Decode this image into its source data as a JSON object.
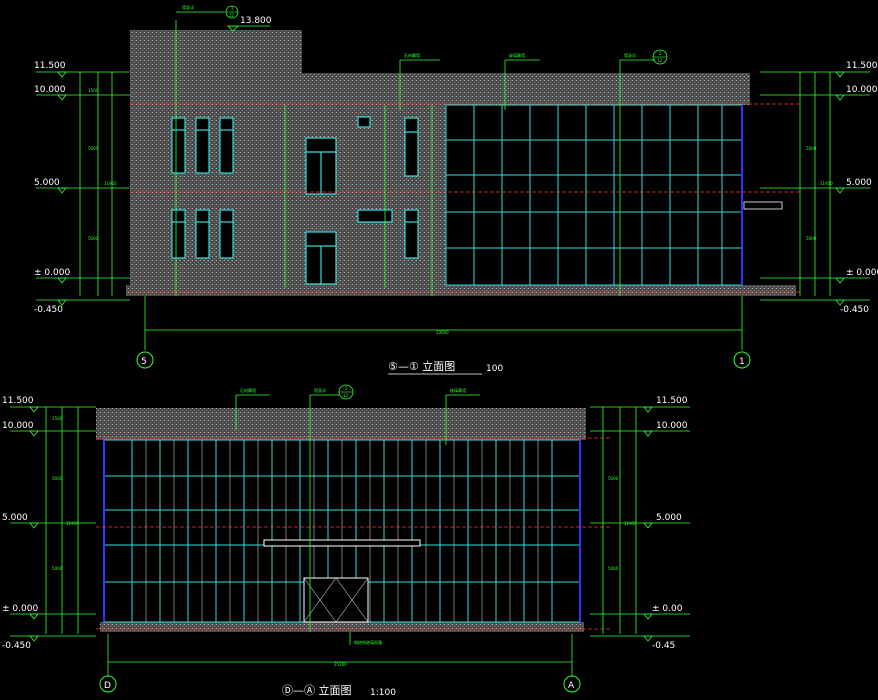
{
  "drawing_top": {
    "title": "⑤—① 立面图",
    "title_scale": "100",
    "top_level": "13.800",
    "left_levels": [
      "11.500",
      "10.000",
      "5.000",
      "± 0.000",
      "-0.450"
    ],
    "right_levels": [
      "11.500",
      "10.000",
      "5.000",
      "± 0.000",
      "-0.450"
    ],
    "axis_left": "5",
    "axis_right": "1",
    "labels": [
      "墙身详",
      "石材幕墙",
      "玻璃幕墙",
      "墙身详"
    ],
    "detail_marks": [
      {
        "num": "1",
        "sheet": "12"
      },
      {
        "num": "2",
        "sheet": "12"
      }
    ]
  },
  "drawing_bottom": {
    "title": "Ⓓ—Ⓐ 立面图",
    "title_scale": "1:100",
    "left_levels": [
      "11.500",
      "10.000",
      "5.000",
      "± 0.000",
      "-0.450"
    ],
    "right_levels": [
      "11.500",
      "10.000",
      "5.000",
      "± 0.00",
      "-0.45"
    ],
    "axis_left": "D",
    "axis_right": "A",
    "labels": [
      "石材幕墙",
      "墙身详",
      "玻璃幕墙",
      "钢结构玻璃雨篷"
    ],
    "detail_marks": [
      {
        "num": "2",
        "sheet": "12"
      }
    ]
  },
  "colors": {
    "background": "#000000",
    "dimension": "#33ff33",
    "glass": "#33dddd",
    "stone": "#7a7a7a",
    "level_line": "#ff3333",
    "edge": "#3333ff"
  }
}
